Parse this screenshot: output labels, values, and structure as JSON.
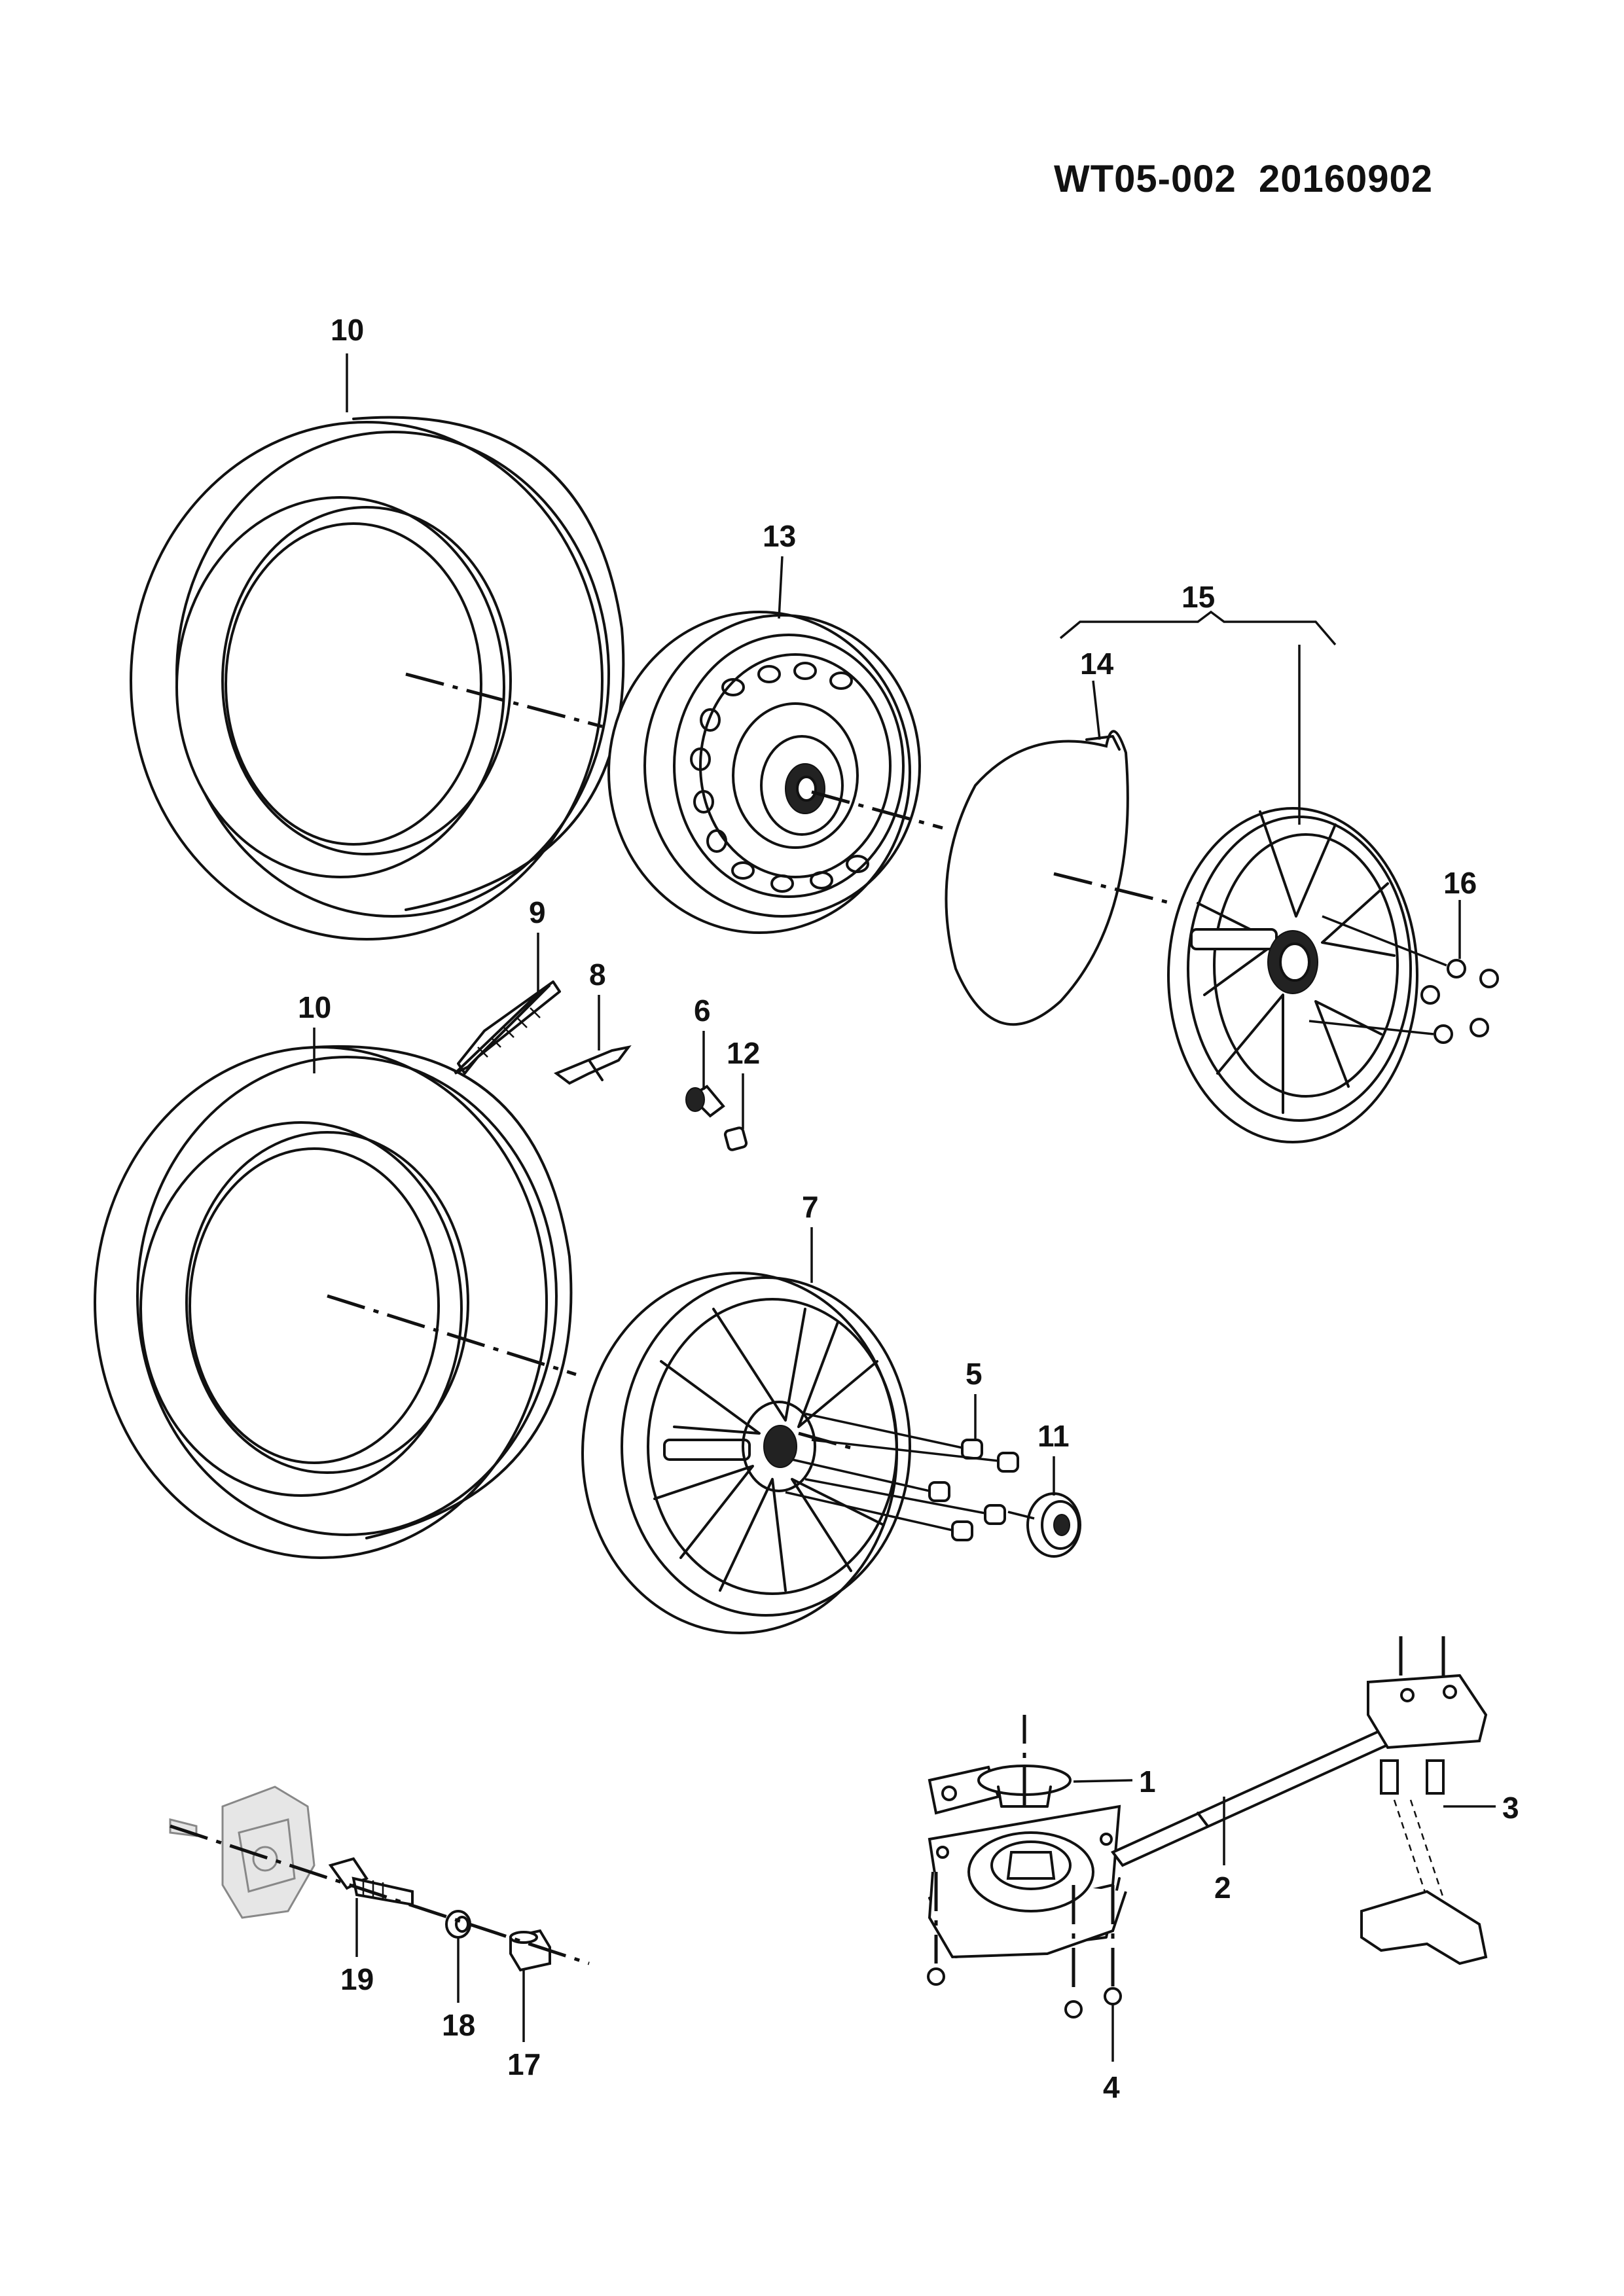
{
  "document": {
    "id_code": "WT05-002  20160902"
  },
  "callouts": [
    {
      "key": "tire_upper",
      "number": "10"
    },
    {
      "key": "steel_wheel",
      "number": "13"
    },
    {
      "key": "hubcap_kit",
      "number": "15"
    },
    {
      "key": "hubcap_ring",
      "number": "14"
    },
    {
      "key": "hubcap_nut",
      "number": "16"
    },
    {
      "key": "balance_weight_adhesive",
      "number": "9"
    },
    {
      "key": "balance_weight_clip",
      "number": "8"
    },
    {
      "key": "tire_lower",
      "number": "10"
    },
    {
      "key": "valve_stem",
      "number": "6"
    },
    {
      "key": "valve_cap",
      "number": "12"
    },
    {
      "key": "alloy_wheel",
      "number": "7"
    },
    {
      "key": "wheel_nut",
      "number": "5"
    },
    {
      "key": "center_cap",
      "number": "11"
    },
    {
      "key": "carrier_cap",
      "number": "1"
    },
    {
      "key": "carrier_shaft",
      "number": "2"
    },
    {
      "key": "carrier_bolt",
      "number": "3"
    },
    {
      "key": "carrier_nut",
      "number": "4"
    },
    {
      "key": "tpms_valve",
      "number": "19"
    },
    {
      "key": "tpms_seal",
      "number": "18"
    },
    {
      "key": "tpms_cap",
      "number": "17"
    }
  ]
}
